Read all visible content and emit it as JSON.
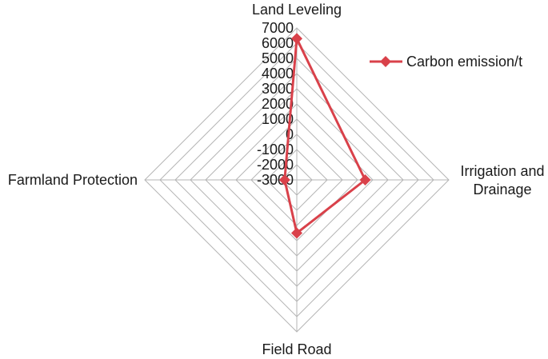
{
  "chart_data": {
    "type": "radar",
    "categories": [
      "Land Leveling",
      "Irrigation and Drainage",
      "Field Road",
      "Farmland Protection"
    ],
    "category_lines": [
      [
        "Land Leveling"
      ],
      [
        "Irrigation and",
        "Drainage"
      ],
      [
        "Field Road"
      ],
      [
        "Farmland Protection"
      ]
    ],
    "series": [
      {
        "name": "Carbon emission/t",
        "values": [
          6300,
          1500,
          500,
          -2200
        ],
        "color": "#d9414a"
      }
    ],
    "rlim": [
      -3000,
      7000
    ],
    "ticks": [
      -3000,
      -2000,
      -1000,
      0,
      1000,
      2000,
      3000,
      4000,
      5000,
      6000,
      7000
    ],
    "tick_labels": [
      "-3000",
      "-2000",
      "-1000",
      "0",
      "1000",
      "2000",
      "3000",
      "4000",
      "5000",
      "6000",
      "7000"
    ],
    "grid": true,
    "legend_position": "right",
    "grid_color": "#b5b5b5"
  }
}
